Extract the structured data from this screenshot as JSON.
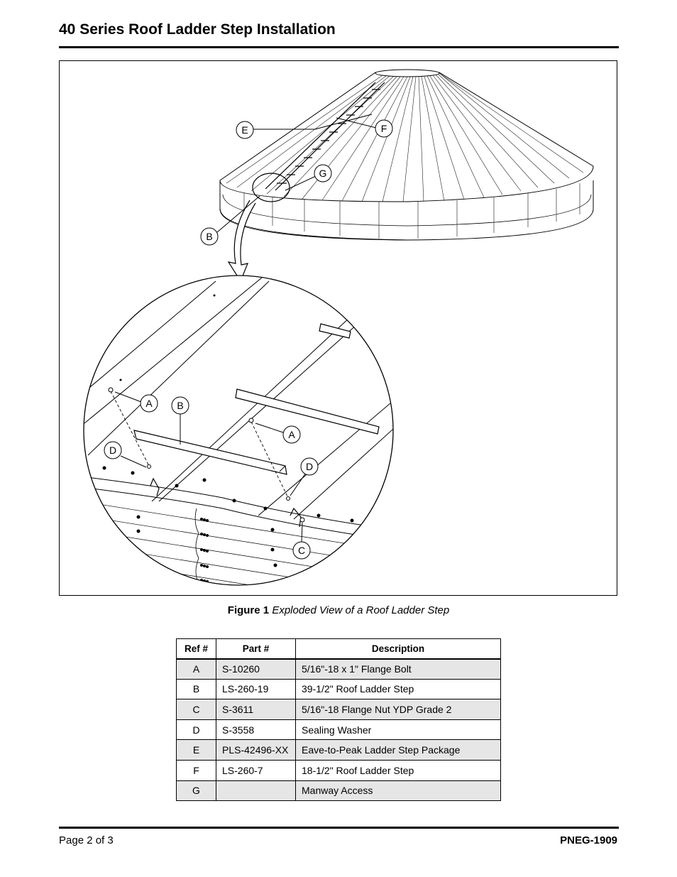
{
  "header": {
    "title": "40 Series Roof Ladder Step Installation"
  },
  "figure": {
    "caption_label": "Figure 1",
    "caption_text": "Exploded View of a Roof Ladder Step",
    "callouts": {
      "A": "A",
      "B": "B",
      "C": "C",
      "D": "D",
      "E": "E",
      "F": "F",
      "G": "G"
    }
  },
  "parts_table": {
    "headers": {
      "ref": "Ref #",
      "part": "Part #",
      "description": "Description"
    },
    "rows": [
      {
        "ref": "A",
        "part": "S-10260",
        "description": "5/16\"-18 x 1\" Flange Bolt"
      },
      {
        "ref": "B",
        "part": "LS-260-19",
        "description": "39-1/2\" Roof Ladder Step"
      },
      {
        "ref": "C",
        "part": "S-3611",
        "description": "5/16\"-18 Flange Nut YDP Grade 2"
      },
      {
        "ref": "D",
        "part": "S-3558",
        "description": "Sealing Washer"
      },
      {
        "ref": "E",
        "part": "PLS-42496-XX",
        "description": "Eave-to-Peak Ladder Step Package"
      },
      {
        "ref": "F",
        "part": "LS-260-7",
        "description": "18-1/2\" Roof Ladder Step"
      },
      {
        "ref": "G",
        "part": "",
        "description": "Manway Access"
      }
    ]
  },
  "footer": {
    "page": "Page 2 of 3",
    "doc_id": "PNEG-1909"
  }
}
